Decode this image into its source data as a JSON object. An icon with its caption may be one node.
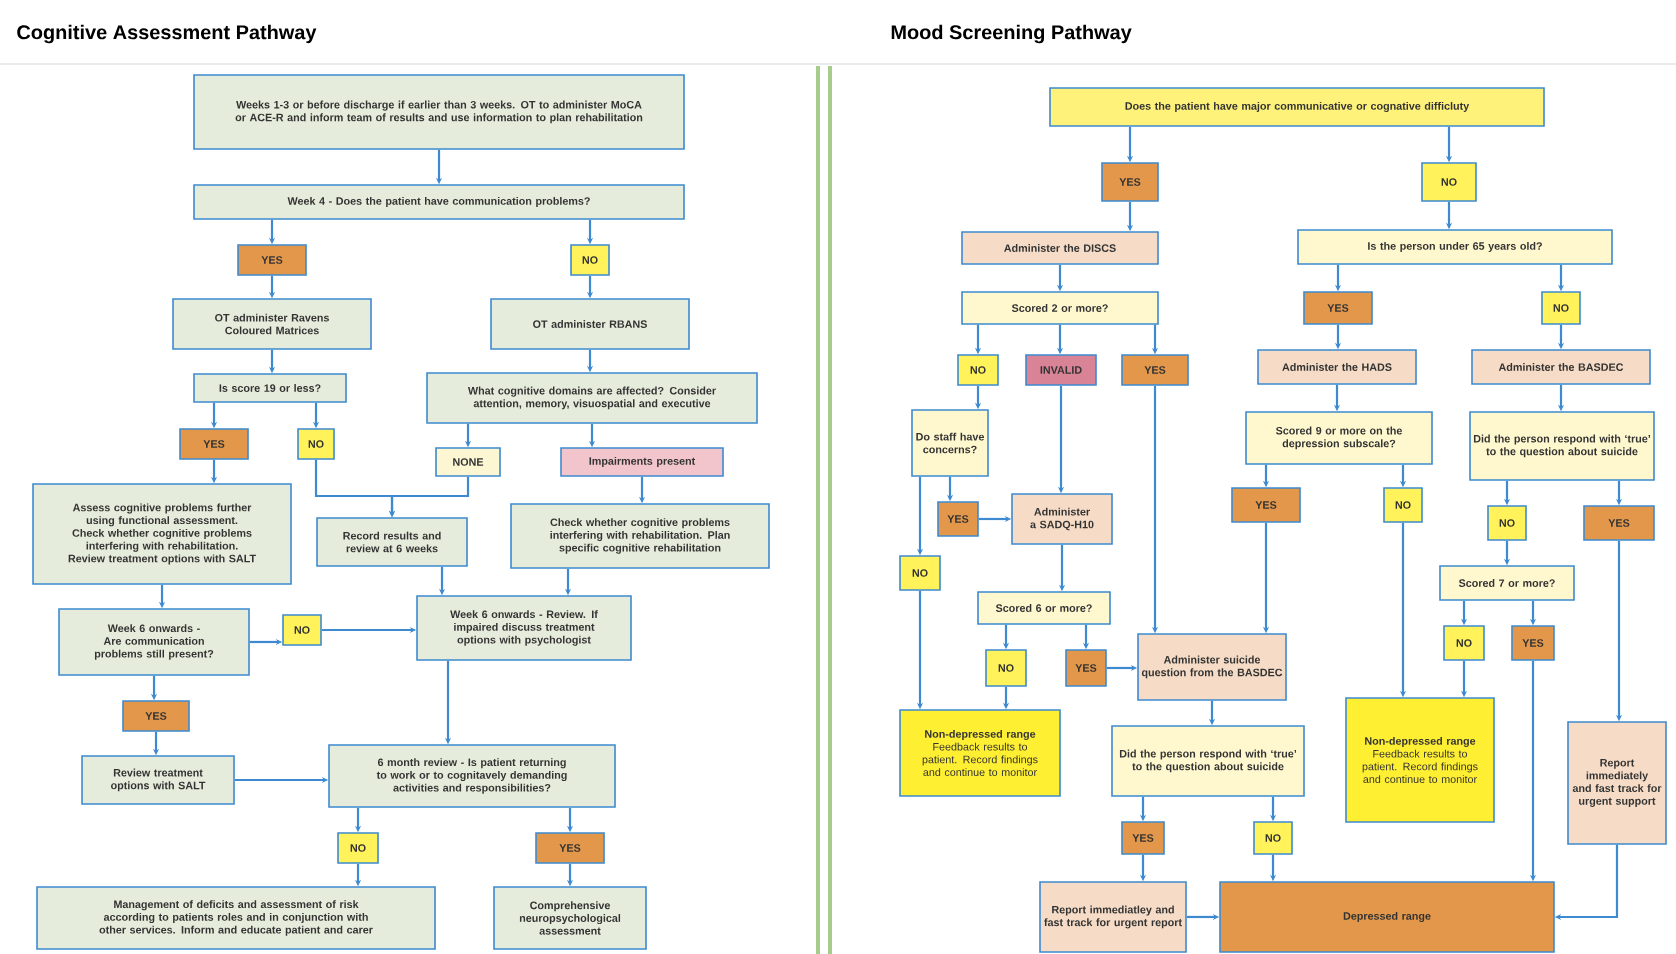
{
  "diagram": {
    "nodes": [
      {
        "text": [
          "Weeks 1-3 or before discharge if earlier than 3 weeks. OT to administer MoCA or ACE-R and inform team of results and use information to plan rehabilitation"
        ]
      },
      {
        "text": [
          "Week 4 - Does the patient have communication problems?"
        ]
      },
      {
        "text": [
          "YES"
        ]
      },
      {
        "text": [
          "NO"
        ]
      },
      {
        "text": [
          "OT administer Ravens Coloured Matrices"
        ]
      },
      {
        "text": [
          "OT administer RBANS"
        ]
      },
      {
        "text": [
          "Is score 19 or less?"
        ]
      },
      {
        "text": [
          "What cognitive domains are affected? Consider attention, memory, visuospatial and executive"
        ]
      },
      {
        "text": [
          "YES"
        ]
      },
      {
        "text": [
          "NO"
        ]
      },
      {
        "text": [
          "NONE"
        ]
      },
      {
        "text": [
          "Impairments present"
        ]
      },
      {
        "text": [
          "Assess cognitive problems further using functional assessment. Check whether cognitive problems interfering with rehabilitation. Review treatment options with SALT"
        ]
      },
      {
        "text": [
          "Record results and review at 6 weeks"
        ]
      },
      {
        "text": [
          "Check whether cognitive problems interfering with rehabilitation. Plan specific cognitive rehabilitation"
        ]
      },
      {
        "text": [
          "Week 6 onwards - Are communication problems still present?"
        ]
      },
      {
        "text": [
          "NO"
        ]
      },
      {
        "text": [
          "Week 6 onwards - Review. If impaired discuss treatment options with psychologist"
        ]
      },
      {
        "text": [
          "YES"
        ]
      },
      {
        "text": [
          "Review treatment options with SALT"
        ]
      },
      {
        "text": [
          "6 month review - Is patient returning to work or to cognitavely demanding activities and responsibilities?"
        ]
      },
      {
        "text": [
          "NO"
        ]
      },
      {
        "text": [
          "YES"
        ]
      },
      {
        "text": [
          "Management of deficits and assessment of risk according to patients roles and in conjunction with other services. Inform and educate patient and carer"
        ]
      },
      {
        "text": [
          "Comprehensive neuropsychological assessment"
        ]
      },
      {
        "text": [
          "Does the patient have major communicative or cognative difficluty"
        ]
      },
      {
        "text": [
          "YES"
        ]
      },
      {
        "text": [
          "NO"
        ]
      },
      {
        "text": [
          "Administer the DISCS"
        ]
      },
      {
        "text": [
          "Is the person under 65 years old?"
        ]
      },
      {
        "text": [
          "Scored 2 or more?"
        ]
      },
      {
        "text": [
          "YES"
        ]
      },
      {
        "text": [
          "NO"
        ]
      },
      {
        "text": [
          "NO"
        ]
      },
      {
        "text": [
          "INVALID"
        ]
      },
      {
        "text": [
          "YES"
        ]
      },
      {
        "text": [
          "Administer the HADS"
        ]
      },
      {
        "text": [
          "Administer the BASDEC"
        ]
      },
      {
        "text": [
          "Do staff have concerns?"
        ]
      },
      {
        "text": [
          "Scored 9 or more on the depression subscale?"
        ]
      },
      {
        "text": [
          "Did the person respond with ‘true’ to the question about suicide"
        ]
      },
      {
        "text": [
          "YES"
        ]
      },
      {
        "text": [
          "Administer a SADQ-H10"
        ]
      },
      {
        "text": [
          "YES"
        ]
      },
      {
        "text": [
          "NO"
        ]
      },
      {
        "text": [
          "NO"
        ]
      },
      {
        "text": [
          "YES"
        ]
      },
      {
        "text": [
          "NO"
        ]
      },
      {
        "text": [
          "Scored 6 or more?"
        ]
      },
      {
        "text": [
          "Scored 7 or more?"
        ]
      },
      {
        "text": [
          "NO"
        ]
      },
      {
        "text": [
          "YES"
        ]
      },
      {
        "text": [
          "NO"
        ]
      },
      {
        "text": [
          "YES"
        ]
      },
      {
        "text": [
          "Administer suicide question from the BASDEC"
        ]
      },
      {
        "text": [
          "Non-depressed range",
          "Feedback results to patient. Record findings and continue to monitor"
        ]
      },
      {
        "text": [
          "Did the person respond with ‘true’ to the question about suicide"
        ]
      },
      {
        "text": [
          "Non-depressed range",
          "Feedback results to patient. Record findings and continue to monitor"
        ]
      },
      {
        "text": [
          "Report immediately and fast track for urgent support"
        ]
      },
      {
        "text": [
          "YES"
        ]
      },
      {
        "text": [
          "NO"
        ]
      },
      {
        "text": [
          "Report immediatley and fast track for urgent report"
        ]
      },
      {
        "text": [
          "Depressed range"
        ]
      }
    ],
    "edges": [
      {
        "from": 0,
        "to": 1,
        "arrow": "to"
      },
      {
        "from": 1,
        "to": 2,
        "arrow": "to"
      },
      {
        "from": 1,
        "to": 3,
        "arrow": "to"
      },
      {
        "from": 2,
        "to": 4,
        "arrow": "to"
      },
      {
        "from": 3,
        "to": 5,
        "arrow": "to"
      },
      {
        "from": 4,
        "to": 6,
        "arrow": "to"
      },
      {
        "from": 5,
        "to": 7,
        "arrow": "to"
      },
      {
        "from": 6,
        "to": 8,
        "arrow": "to"
      },
      {
        "from": 6,
        "to": 9,
        "arrow": "to"
      },
      {
        "from": 7,
        "to": 10,
        "arrow": "to"
      },
      {
        "from": 7,
        "to": 11,
        "arrow": "to"
      },
      {
        "from": 8,
        "to": 12,
        "arrow": "to"
      },
      {
        "from": 9,
        "to": 13,
        "arrow": "to"
      },
      {
        "from": 10,
        "to": 13,
        "arrow": "to"
      },
      {
        "from": 11,
        "to": 14,
        "arrow": "to"
      },
      {
        "from": 12,
        "to": 15,
        "arrow": "to"
      },
      {
        "from": 15,
        "to": 16,
        "arrow": "to"
      },
      {
        "from": 16,
        "to": 17,
        "arrow": "to"
      },
      {
        "from": 13,
        "to": 17,
        "arrow": "to"
      },
      {
        "from": 14,
        "to": 17,
        "arrow": "to"
      },
      {
        "from": 15,
        "to": 18,
        "arrow": "to"
      },
      {
        "from": 18,
        "to": 19,
        "arrow": "to"
      },
      {
        "from": 17,
        "to": 20,
        "arrow": "to"
      },
      {
        "from": 19,
        "to": 20,
        "arrow": "to"
      },
      {
        "from": 20,
        "to": 21,
        "arrow": "to"
      },
      {
        "from": 20,
        "to": 22,
        "arrow": "to"
      },
      {
        "from": 21,
        "to": 23,
        "arrow": "to"
      },
      {
        "from": 22,
        "to": 24,
        "arrow": "to"
      },
      {
        "from": 25,
        "to": 26,
        "arrow": "to"
      },
      {
        "from": 25,
        "to": 27,
        "arrow": "to"
      },
      {
        "from": 26,
        "to": 28,
        "arrow": "to"
      },
      {
        "from": 27,
        "to": 29,
        "arrow": "to"
      },
      {
        "from": 28,
        "to": 30,
        "arrow": "to"
      },
      {
        "from": 29,
        "to": 31,
        "arrow": "to"
      },
      {
        "from": 29,
        "to": 32,
        "arrow": "to"
      },
      {
        "from": 30,
        "to": 33,
        "arrow": "to"
      },
      {
        "from": 30,
        "to": 34,
        "arrow": "to"
      },
      {
        "from": 30,
        "to": 35,
        "arrow": "to"
      },
      {
        "from": 31,
        "to": 36,
        "arrow": "to"
      },
      {
        "from": 32,
        "to": 37,
        "arrow": "to"
      },
      {
        "from": 33,
        "to": 38,
        "arrow": "to"
      },
      {
        "from": 36,
        "to": 39,
        "arrow": "to"
      },
      {
        "from": 37,
        "to": 40,
        "arrow": "to"
      },
      {
        "from": 38,
        "to": 41,
        "arrow": "to"
      },
      {
        "from": 38,
        "to": 47,
        "arrow": "to"
      },
      {
        "from": 41,
        "to": 42,
        "arrow": "to"
      },
      {
        "from": 34,
        "to": 42,
        "arrow": "to"
      },
      {
        "from": 39,
        "to": 43,
        "arrow": "to"
      },
      {
        "from": 39,
        "to": 44,
        "arrow": "to"
      },
      {
        "from": 40,
        "to": 45,
        "arrow": "to"
      },
      {
        "from": 40,
        "to": 46,
        "arrow": "to"
      },
      {
        "from": 42,
        "to": 48,
        "arrow": "to"
      },
      {
        "from": 35,
        "to": 54,
        "arrow": "to"
      },
      {
        "from": 43,
        "to": 54,
        "arrow": "to"
      },
      {
        "from": 47,
        "to": 55,
        "arrow": "to"
      },
      {
        "from": 48,
        "to": 50,
        "arrow": "to"
      },
      {
        "from": 48,
        "to": 51,
        "arrow": "to"
      },
      {
        "from": 50,
        "to": 55,
        "arrow": "to"
      },
      {
        "from": 51,
        "to": 54,
        "arrow": "to"
      },
      {
        "from": 44,
        "to": 57,
        "arrow": "to"
      },
      {
        "from": 45,
        "to": 49,
        "arrow": "to"
      },
      {
        "from": 49,
        "to": 52,
        "arrow": "to"
      },
      {
        "from": 49,
        "to": 53,
        "arrow": "to"
      },
      {
        "from": 52,
        "to": 57,
        "arrow": "to"
      },
      {
        "from": 46,
        "to": 58,
        "arrow": "to"
      },
      {
        "from": 54,
        "to": 56,
        "arrow": "to"
      },
      {
        "from": 56,
        "to": 59,
        "arrow": "to"
      },
      {
        "from": 56,
        "to": 60,
        "arrow": "to"
      },
      {
        "from": 59,
        "to": 61,
        "arrow": "to"
      },
      {
        "from": 60,
        "to": 62,
        "arrow": "to"
      },
      {
        "from": 53,
        "to": 62,
        "arrow": "to"
      },
      {
        "from": 58,
        "to": 62,
        "arrow": "to"
      },
      {
        "from": 61,
        "to": 62,
        "arrow": "to"
      }
    ],
    "labels": [
      "Cognitive Assessment Pathway",
      "Mood Screening Pathway"
    ]
  }
}
